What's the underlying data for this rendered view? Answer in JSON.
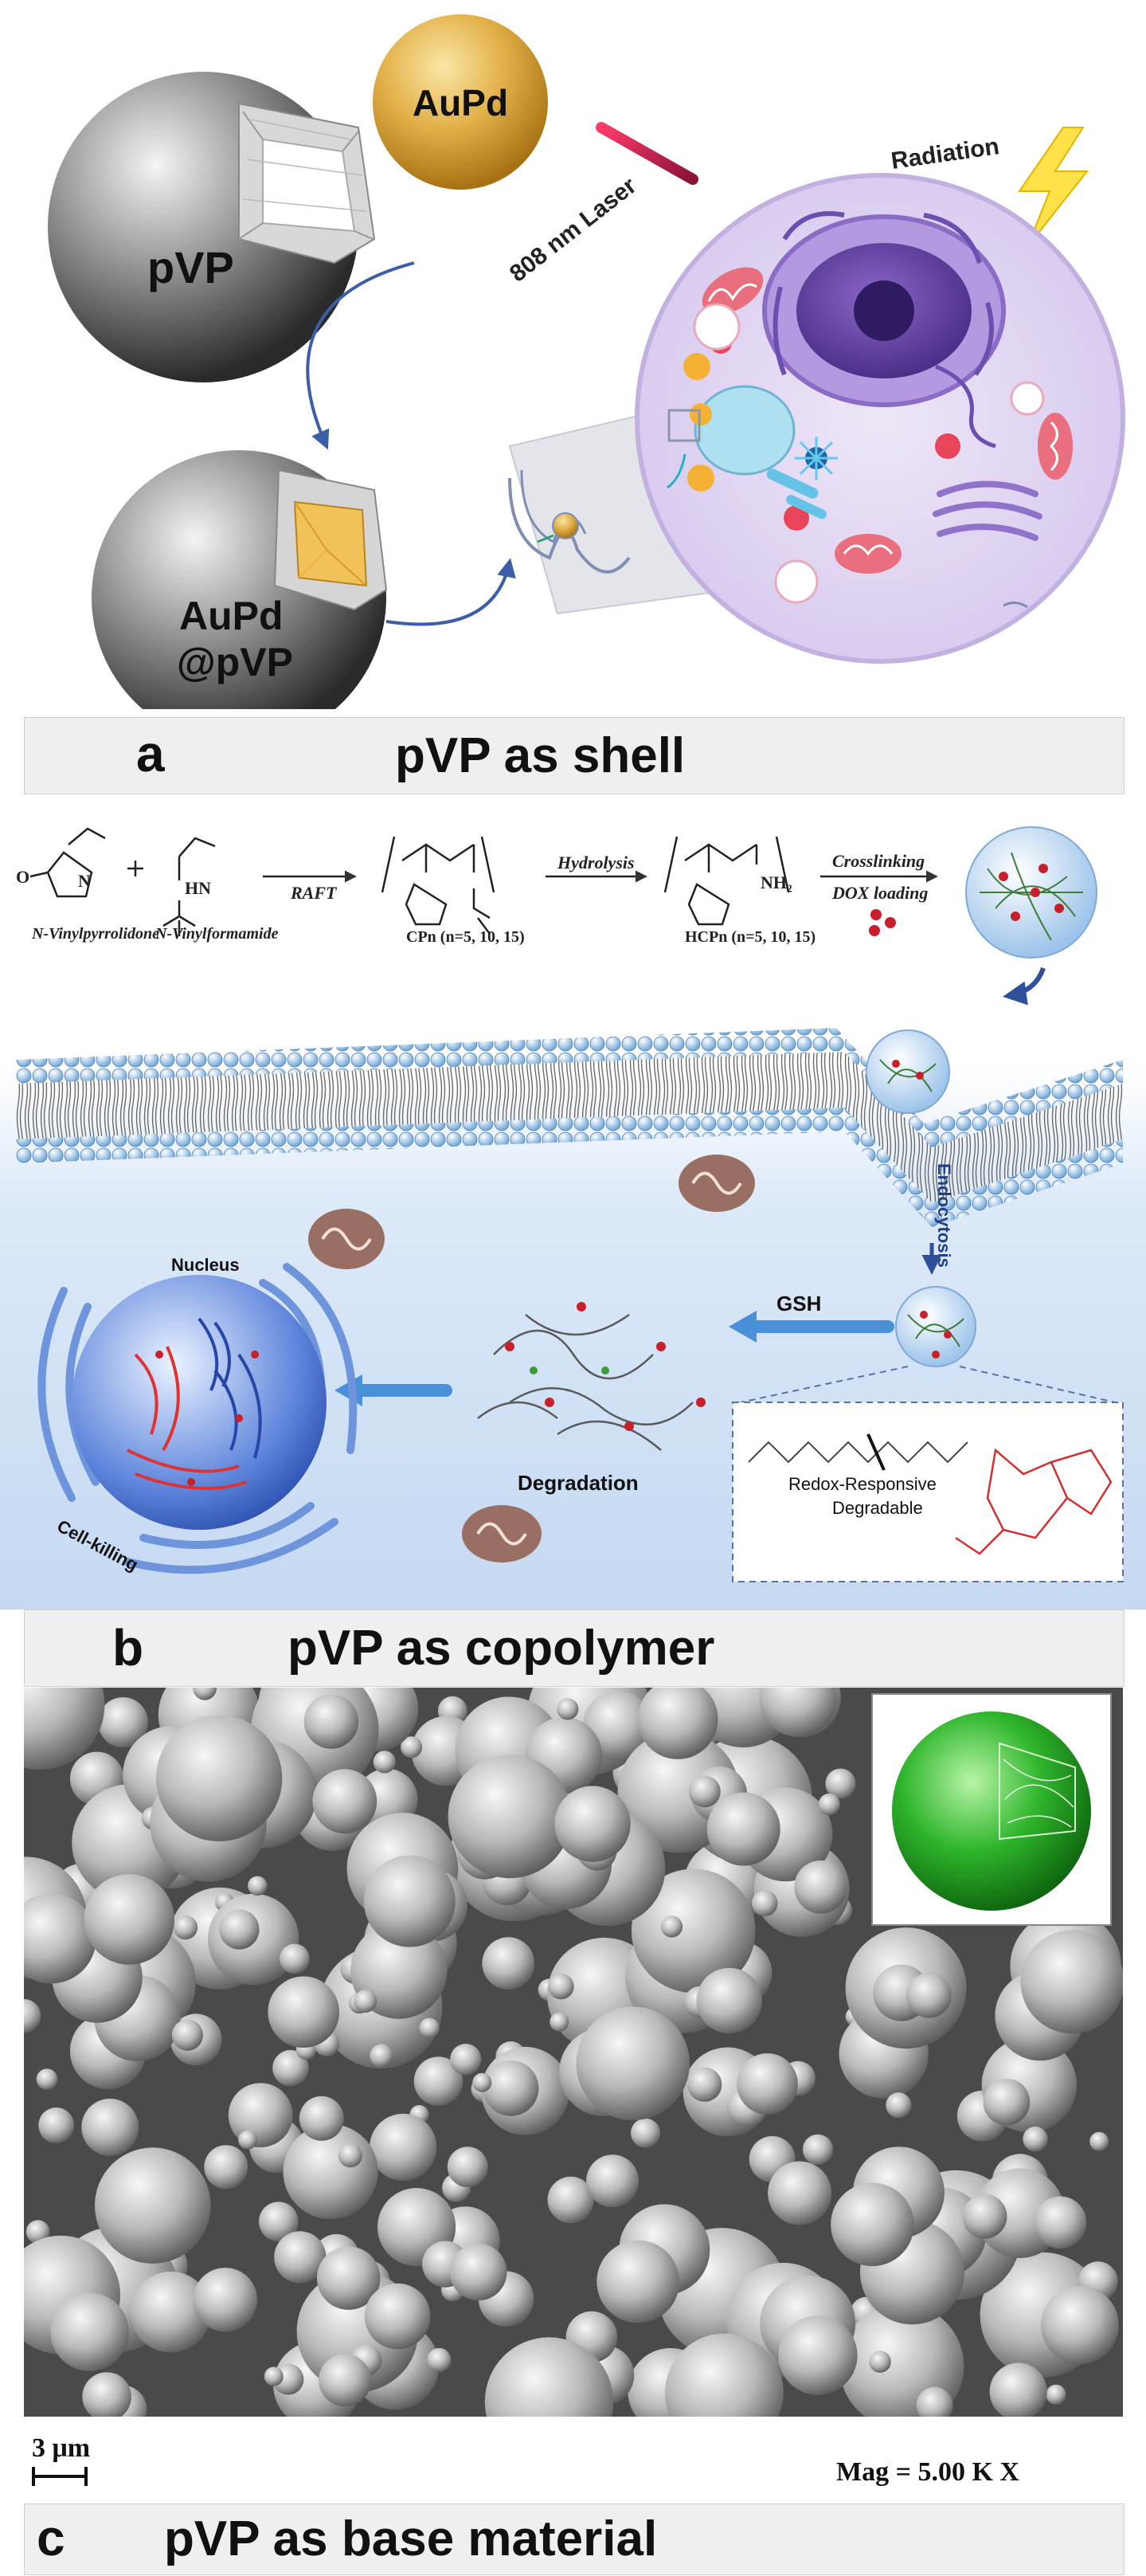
{
  "panel_a": {
    "label_pvp": "pVP",
    "label_aupd": "AuPd",
    "label_aupd_pvp_line1": "AuPd",
    "label_aupd_pvp_line2": "@pVP",
    "laser": "808 nm Laser",
    "radiation": "Radiation",
    "caption_letter": "a",
    "caption_text": "pVP as shell"
  },
  "panel_b": {
    "monomer1": "N-Vinylpyrrolidone",
    "monomer2": "N-Vinylformamide",
    "raft": "RAFT",
    "product1": "CPn (n=5, 10, 15)",
    "hydrolysis": "Hydrolysis",
    "product2": "HCPn (n=5, 10, 15)",
    "crosslinking": "Crosslinking",
    "dox_loading": "DOX loading",
    "endocytosis": "Endocytosis",
    "gsh": "GSH",
    "nucleus": "Nucleus",
    "degradation": "Degradation",
    "cell_killing": "Cell-killing",
    "redox_line1": "Redox-Responsive",
    "redox_line2": "Degradable",
    "caption_letter": "b",
    "caption_text": "pVP as copolymer"
  },
  "panel_c": {
    "scale": "3 μm",
    "mag": "Mag =   5.00 K X",
    "caption_letter": "c",
    "caption_text": "pVP as base material"
  }
}
